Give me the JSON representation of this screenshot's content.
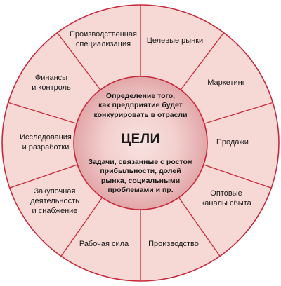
{
  "colors": {
    "outer_ring_fill": "#f6d8d5",
    "outer_ring_stroke": "#c8283a",
    "center_fill_edge": "#e2a6a8",
    "center_fill_core": "#f8e3e1",
    "center_stroke": "#c8283a",
    "text": "#1a1a1a"
  },
  "segments": [
    {
      "label": "Производственная\nспециализация",
      "icon": ""
    },
    {
      "label": "Целевые рынки"
    },
    {
      "label": "Маркетинг"
    },
    {
      "label": "Продажи"
    },
    {
      "label": "Оптовые\nканалы сбыта"
    },
    {
      "label": "Производство"
    },
    {
      "label": "Рабочая сила"
    },
    {
      "label": "Закупочная\nдеятельность\nи снабжение"
    },
    {
      "label": "Исследования\nи разработки"
    },
    {
      "label": "Финансы\nи контроль"
    }
  ],
  "center": {
    "top_text": "Определение того,\nкак предприятие будет\nконкурировать в отрасли",
    "title": "ЦЕЛИ",
    "bottom_text": "Задачи, связанные с ростом\nприбыльности, долей\nрынка, социальными\nпроблемами и пр."
  }
}
